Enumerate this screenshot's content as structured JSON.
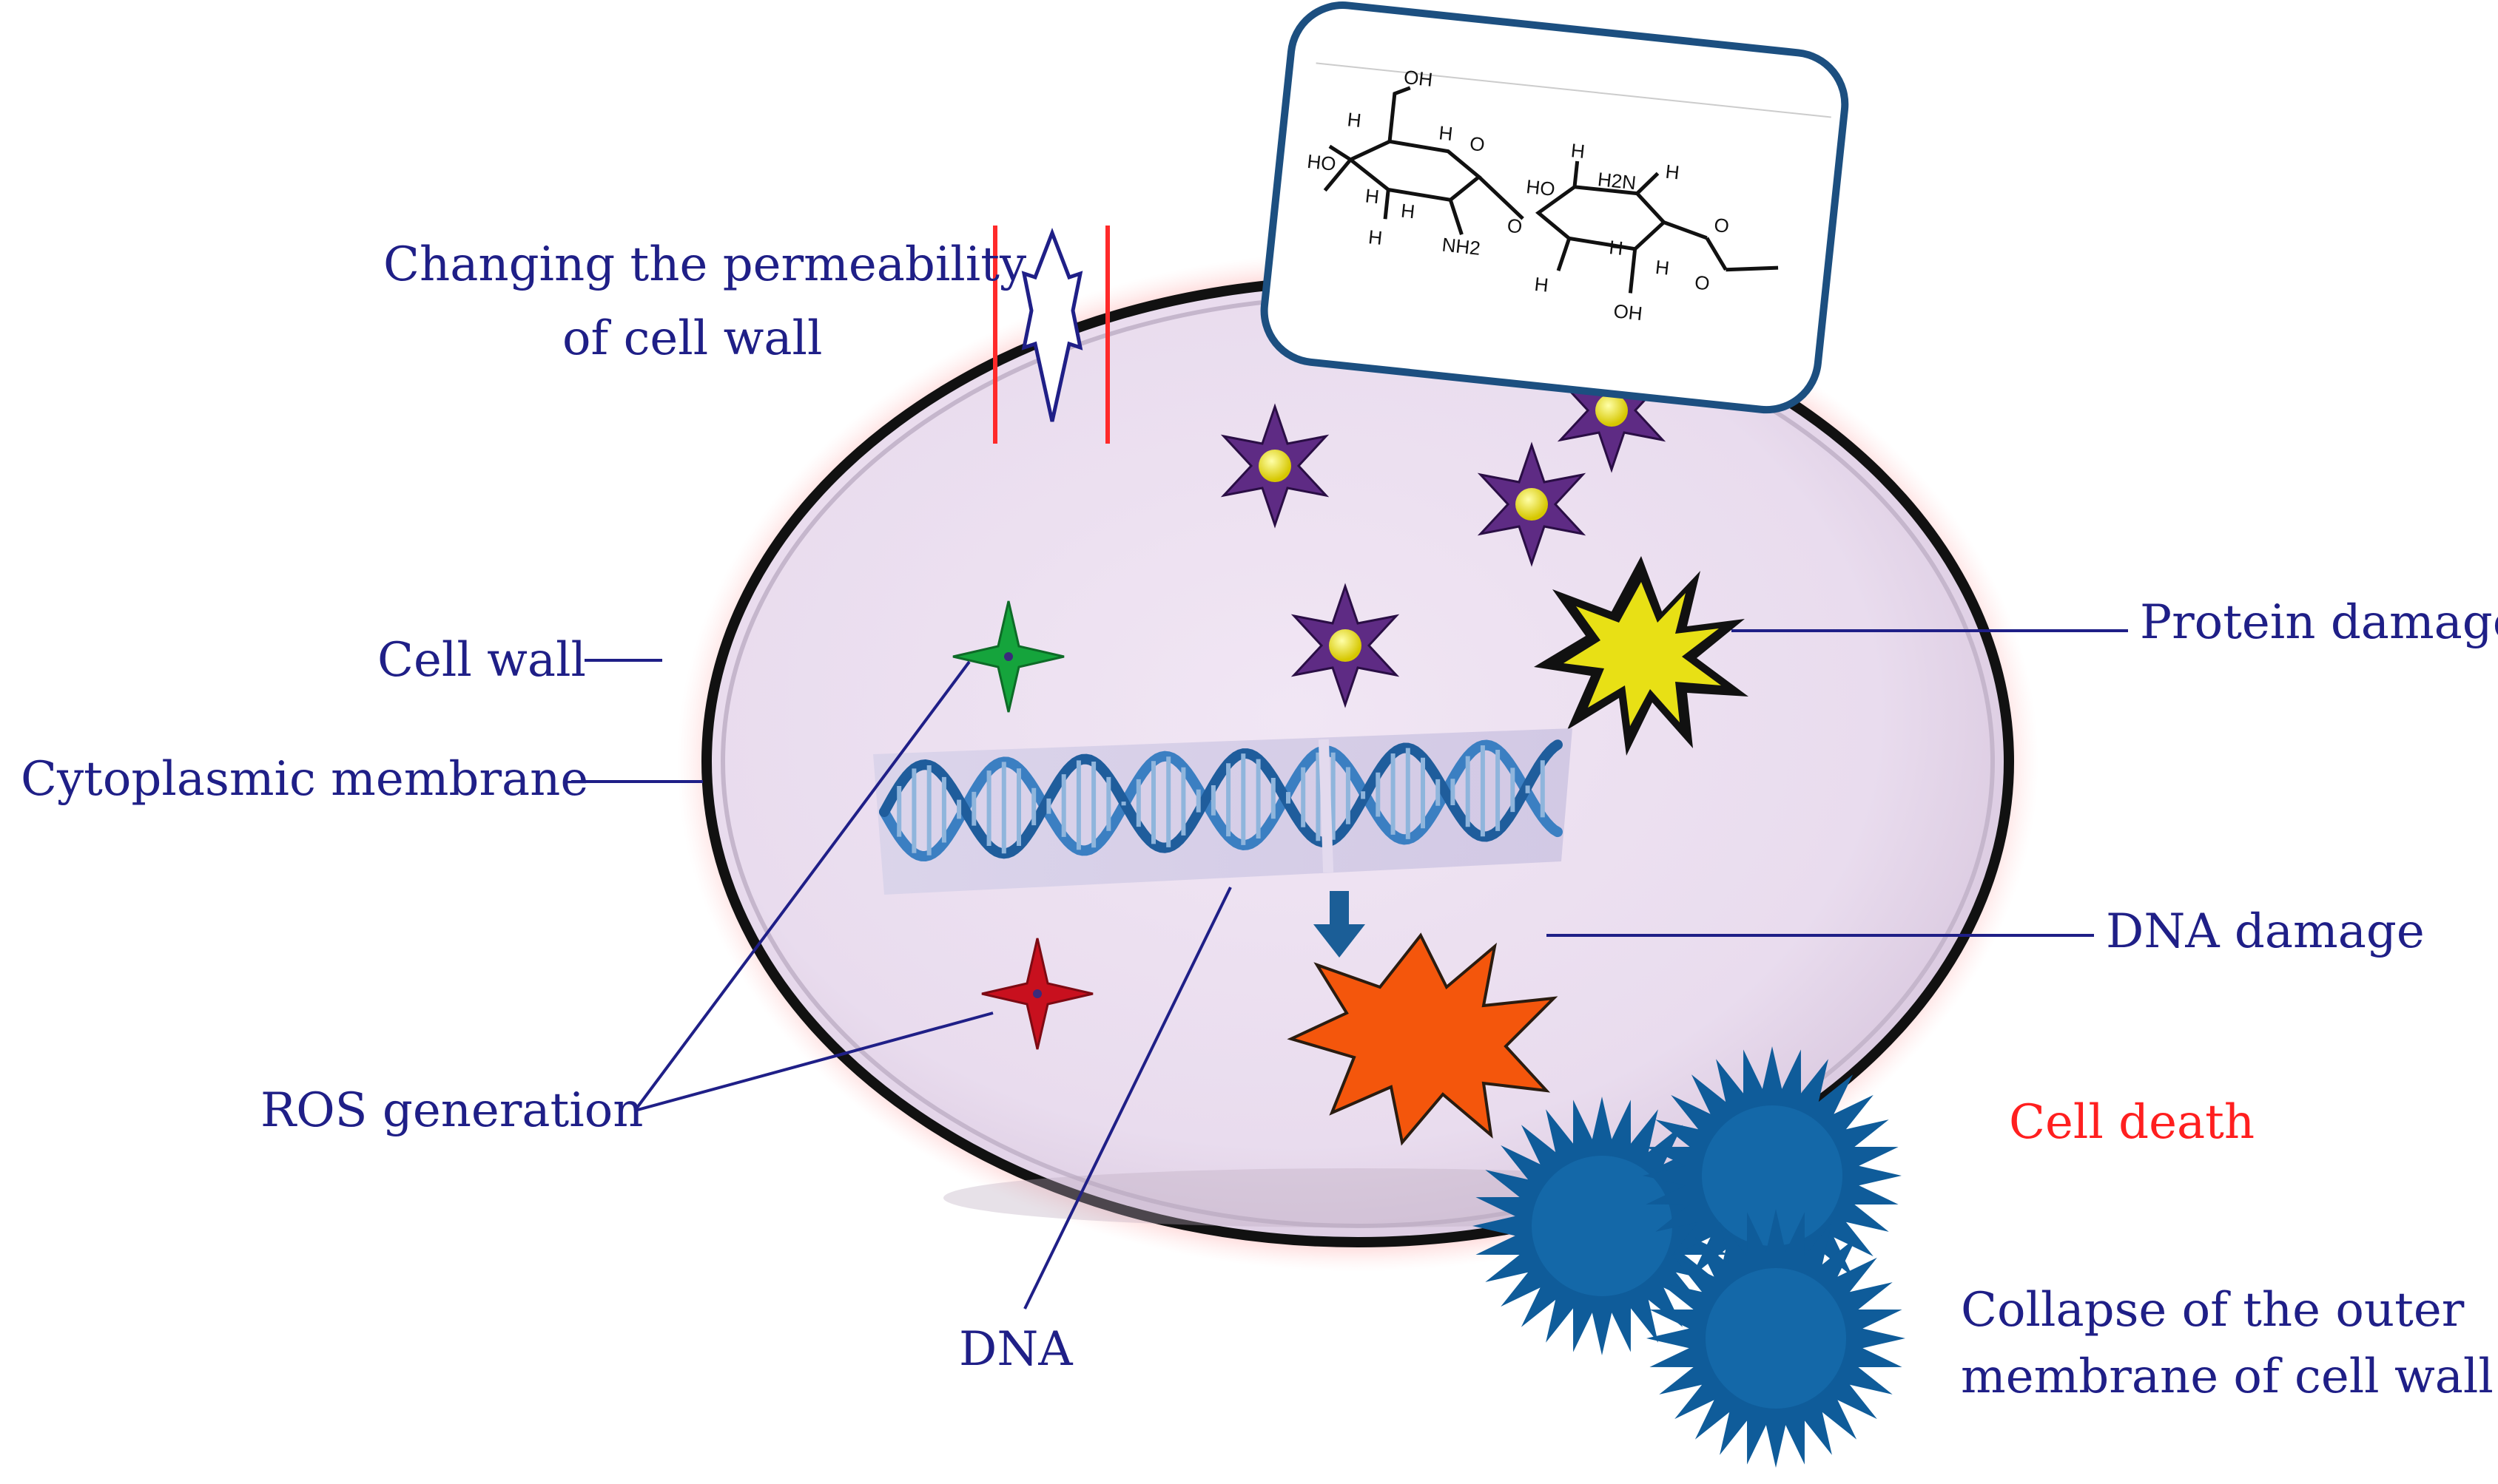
{
  "labels": {
    "permeability": [
      "Changing the permeability",
      "of cell wall"
    ],
    "cell_wall": "Cell wall",
    "cytoplasmic_membrane": "Cytoplasmic membrane",
    "ros_generation": "ROS generation",
    "dna": "DNA",
    "protein_damage": "Protein damage",
    "dna_damage": "DNA damage",
    "cell_death": "Cell death",
    "collapse": [
      "Collapse of the outer",
      "membrane of cell wall"
    ]
  },
  "chitosan_structure": {
    "atoms": [
      "OH",
      "H",
      "H",
      "HO",
      "H",
      "O",
      "H",
      "NH2",
      "H",
      "HO",
      "H2N",
      "H",
      "O",
      "H",
      "H",
      "O",
      "O",
      "H",
      "OH",
      "H"
    ]
  },
  "colors": {
    "label_text": "#1f1f87",
    "cell_death_text": "#ff1f1f",
    "cell_fill": "#eee3f1",
    "cell_outline": "#111111",
    "halo": "#ff8a8a",
    "ros_green": "#15a43c",
    "ros_red": "#c8101e",
    "protein_purple": "#5e2b84",
    "protein_core": "#e8d80c",
    "damage_orange": "#f4560c",
    "collapse_blue": "#0f5c9a",
    "dna_blue": "#3b7fc2",
    "structure_frame": "#1c4f80"
  }
}
